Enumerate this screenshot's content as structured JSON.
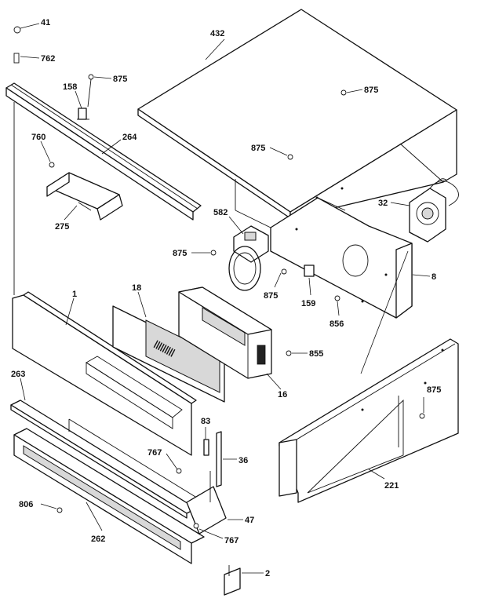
{
  "callouts": {
    "c41": "41",
    "c762": "762",
    "c875_a": "875",
    "c158": "158",
    "c432": "432",
    "c875_b": "875",
    "c875_c": "875",
    "c760": "760",
    "c264": "264",
    "c275": "275",
    "c582": "582",
    "c32": "32",
    "c875_d": "875",
    "c8": "8",
    "c875_e": "875",
    "c159": "159",
    "c856": "856",
    "c1": "1",
    "c18": "18",
    "c855": "855",
    "c16": "16",
    "c263": "263",
    "c875_f": "875",
    "c83": "83",
    "c36": "36",
    "c767_a": "767",
    "c221": "221",
    "c806": "806",
    "c47": "47",
    "c262": "262",
    "c767_b": "767",
    "c2": "2"
  }
}
